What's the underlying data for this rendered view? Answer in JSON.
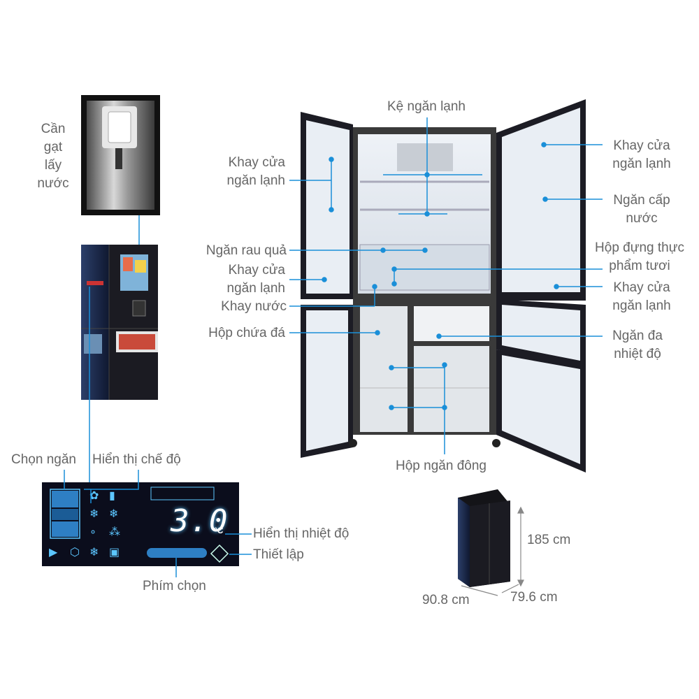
{
  "labels": {
    "can_gat": "Cần\ngạt\nlấy\nnước",
    "ke_ngan_lanh": "Kệ ngăn lạnh",
    "khay_cua_left": "Khay cửa\nngăn lạnh",
    "ngan_rau_qua": "Ngăn rau quả",
    "khay_cua_left2": "Khay cửa\nngăn lạnh",
    "khay_nuoc": "Khay nước",
    "hop_chua_da": "Hộp chứa đá",
    "khay_cua_right": "Khay cửa\nngăn lạnh",
    "ngan_cap_nuoc": "Ngăn cấp\nnước",
    "hop_dung": "Hộp đựng thực\nphẩm tươi",
    "khay_cua_right2": "Khay cửa\nngăn lạnh",
    "ngan_da": "Ngăn đa\nnhiệt độ",
    "hop_ngan_dong": "Hộp ngăn đông",
    "chon_ngan": "Chọn ngăn",
    "hien_thi_che_do": "Hiển thị chế độ",
    "hien_thi_nhiet_do": "Hiển thị nhiệt độ",
    "thiet_lap": "Thiết lập",
    "phim_chon": "Phím chọn"
  },
  "display": {
    "temperature": "3.0",
    "unit": "°C"
  },
  "dimensions": {
    "height": "185 cm",
    "width": "90.8 cm",
    "depth": "79.6 cm"
  },
  "colors": {
    "pointer": "#1a8fd8",
    "panel_bg": "#0b0d1c",
    "panel_glow": "#5cc6ff",
    "fridge_body": "#1b1b22"
  }
}
